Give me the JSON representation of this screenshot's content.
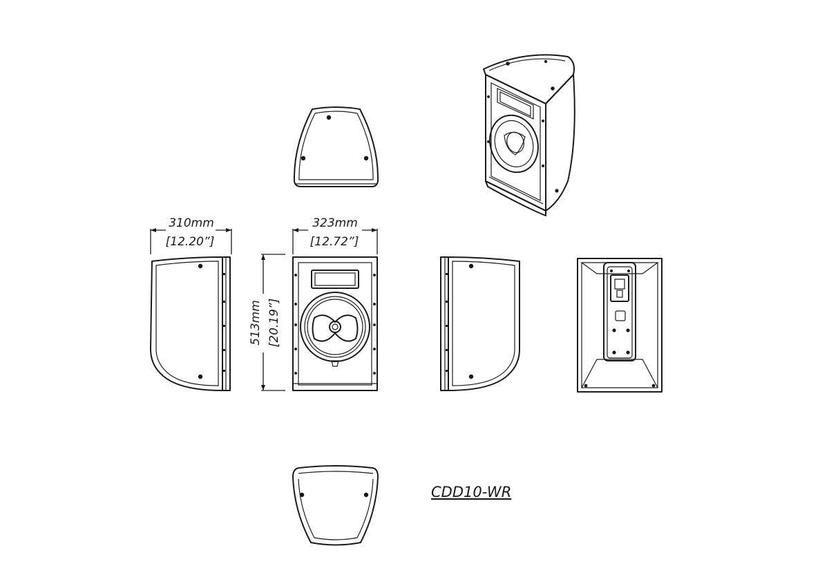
{
  "model": {
    "name": "CDD10-WR"
  },
  "dimensions": {
    "width_side": {
      "mm": "310mm",
      "inch": "[12.20”]"
    },
    "width_front": {
      "mm": "323mm",
      "inch": "[12.72”]"
    },
    "height": {
      "mm": "513mm",
      "inch": "[20.19”]"
    }
  }
}
